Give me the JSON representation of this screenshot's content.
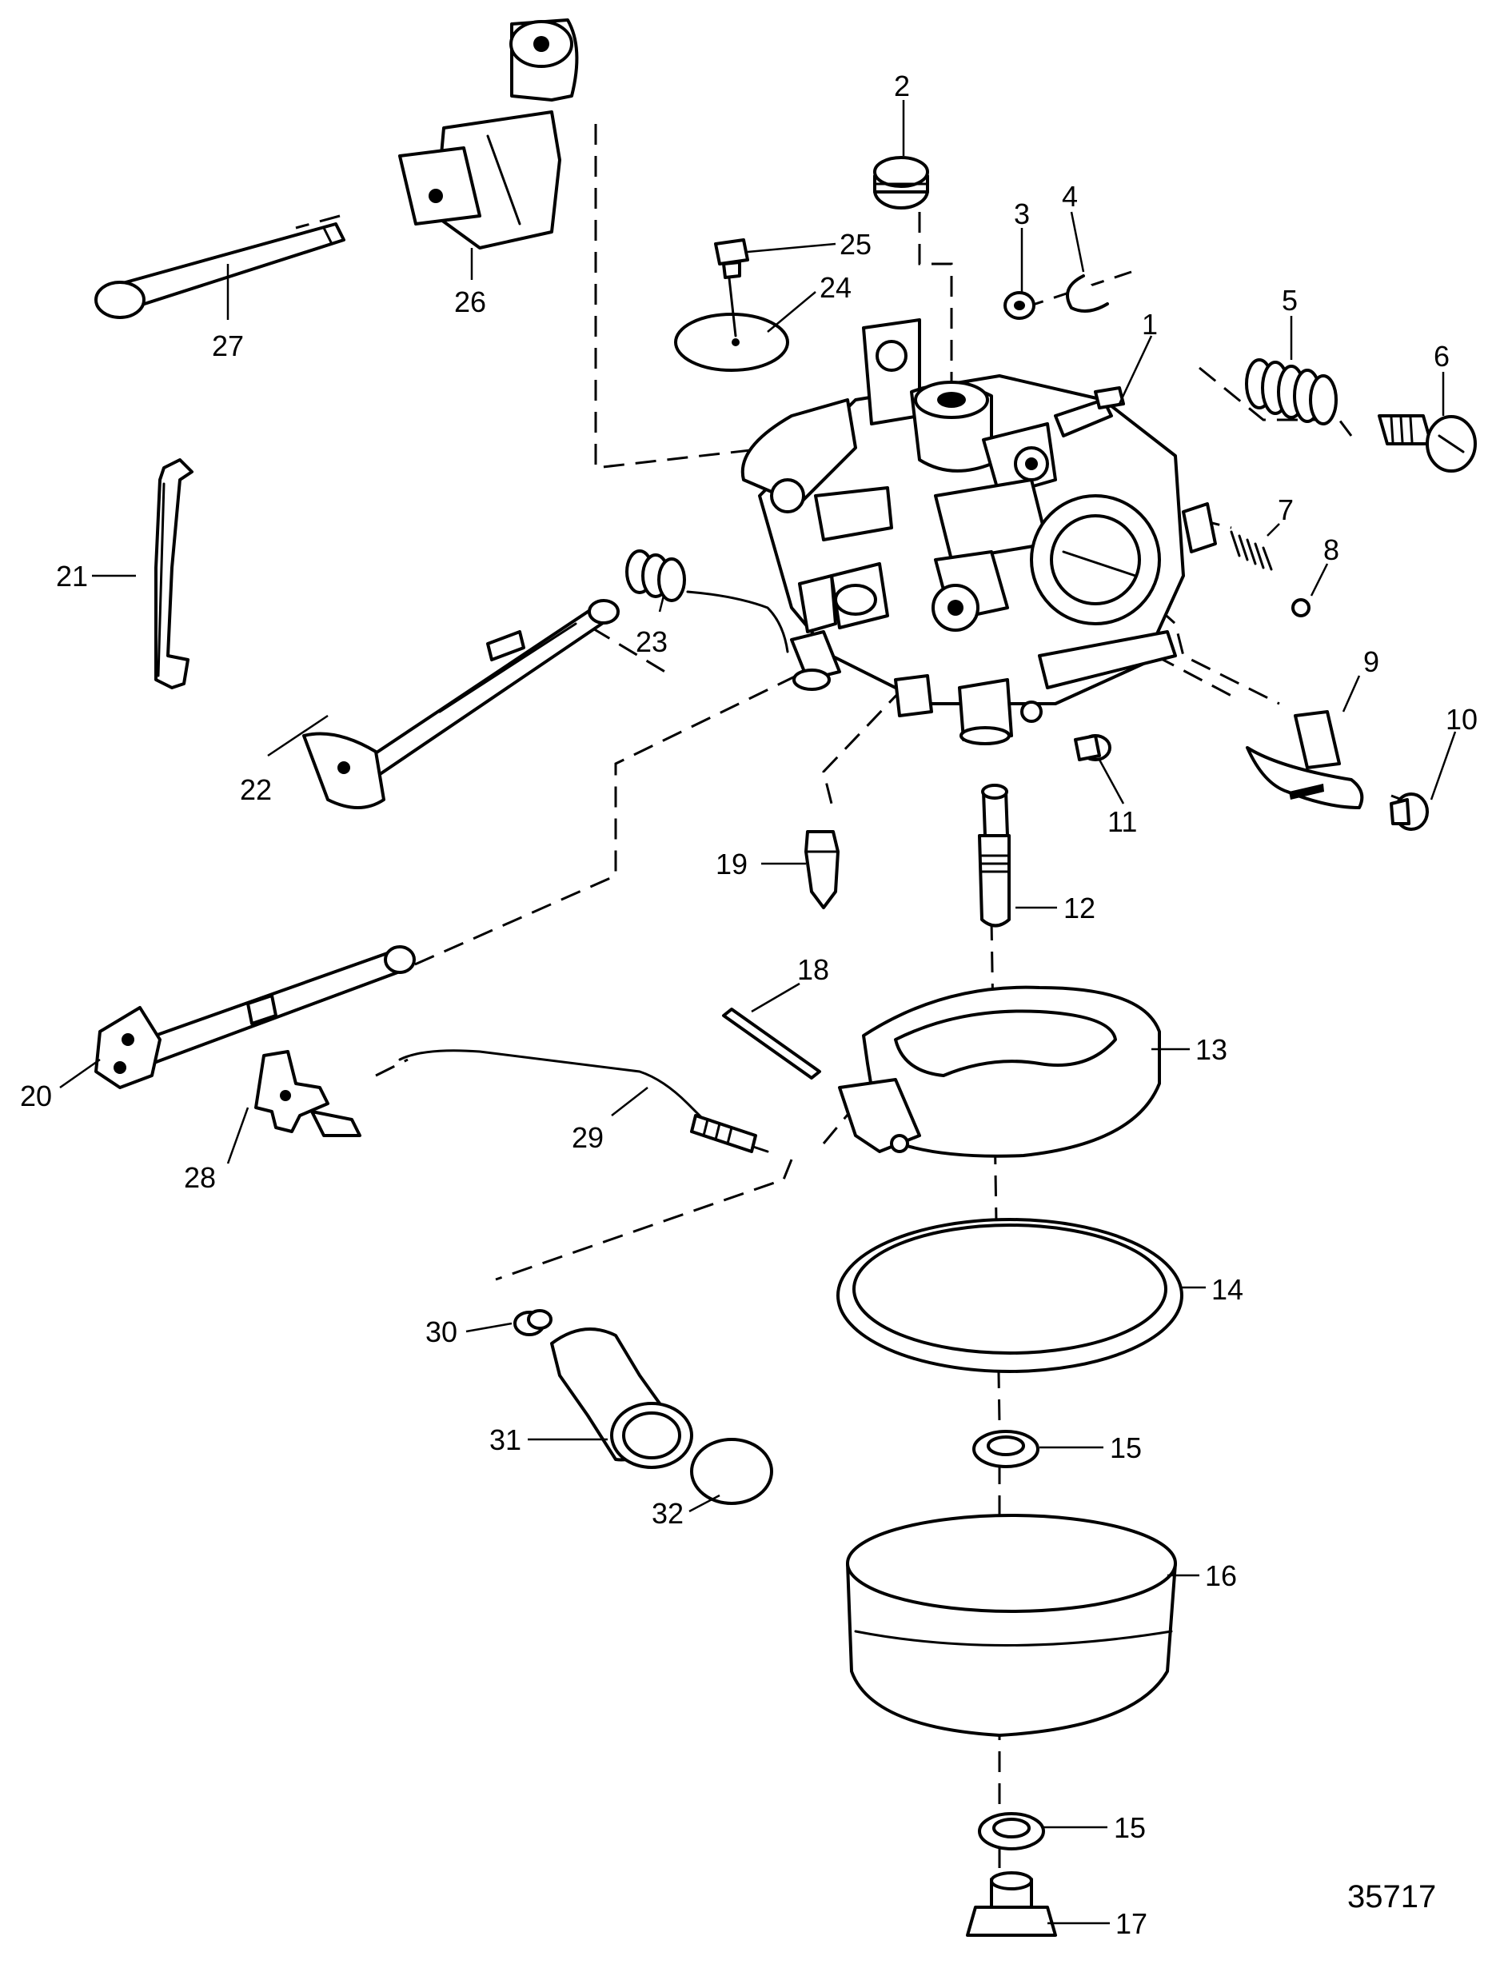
{
  "figure_number": "35717",
  "callouts": [
    {
      "id": "1",
      "text": "1"
    },
    {
      "id": "2",
      "text": "2"
    },
    {
      "id": "3",
      "text": "3"
    },
    {
      "id": "4",
      "text": "4"
    },
    {
      "id": "5",
      "text": "5"
    },
    {
      "id": "6",
      "text": "6"
    },
    {
      "id": "7",
      "text": "7"
    },
    {
      "id": "8",
      "text": "8"
    },
    {
      "id": "9",
      "text": "9"
    },
    {
      "id": "10",
      "text": "10"
    },
    {
      "id": "11",
      "text": "11"
    },
    {
      "id": "12",
      "text": "12"
    },
    {
      "id": "13",
      "text": "13"
    },
    {
      "id": "14",
      "text": "14"
    },
    {
      "id": "15a",
      "text": "15"
    },
    {
      "id": "15b",
      "text": "15"
    },
    {
      "id": "16",
      "text": "16"
    },
    {
      "id": "17",
      "text": "17"
    },
    {
      "id": "18",
      "text": "18"
    },
    {
      "id": "19",
      "text": "19"
    },
    {
      "id": "20",
      "text": "20"
    },
    {
      "id": "21",
      "text": "21"
    },
    {
      "id": "22",
      "text": "22"
    },
    {
      "id": "23",
      "text": "23"
    },
    {
      "id": "24",
      "text": "24"
    },
    {
      "id": "25",
      "text": "25"
    },
    {
      "id": "26",
      "text": "26"
    },
    {
      "id": "27",
      "text": "27"
    },
    {
      "id": "28",
      "text": "28"
    },
    {
      "id": "29",
      "text": "29"
    },
    {
      "id": "30",
      "text": "30"
    },
    {
      "id": "31",
      "text": "31"
    },
    {
      "id": "32",
      "text": "32"
    }
  ]
}
